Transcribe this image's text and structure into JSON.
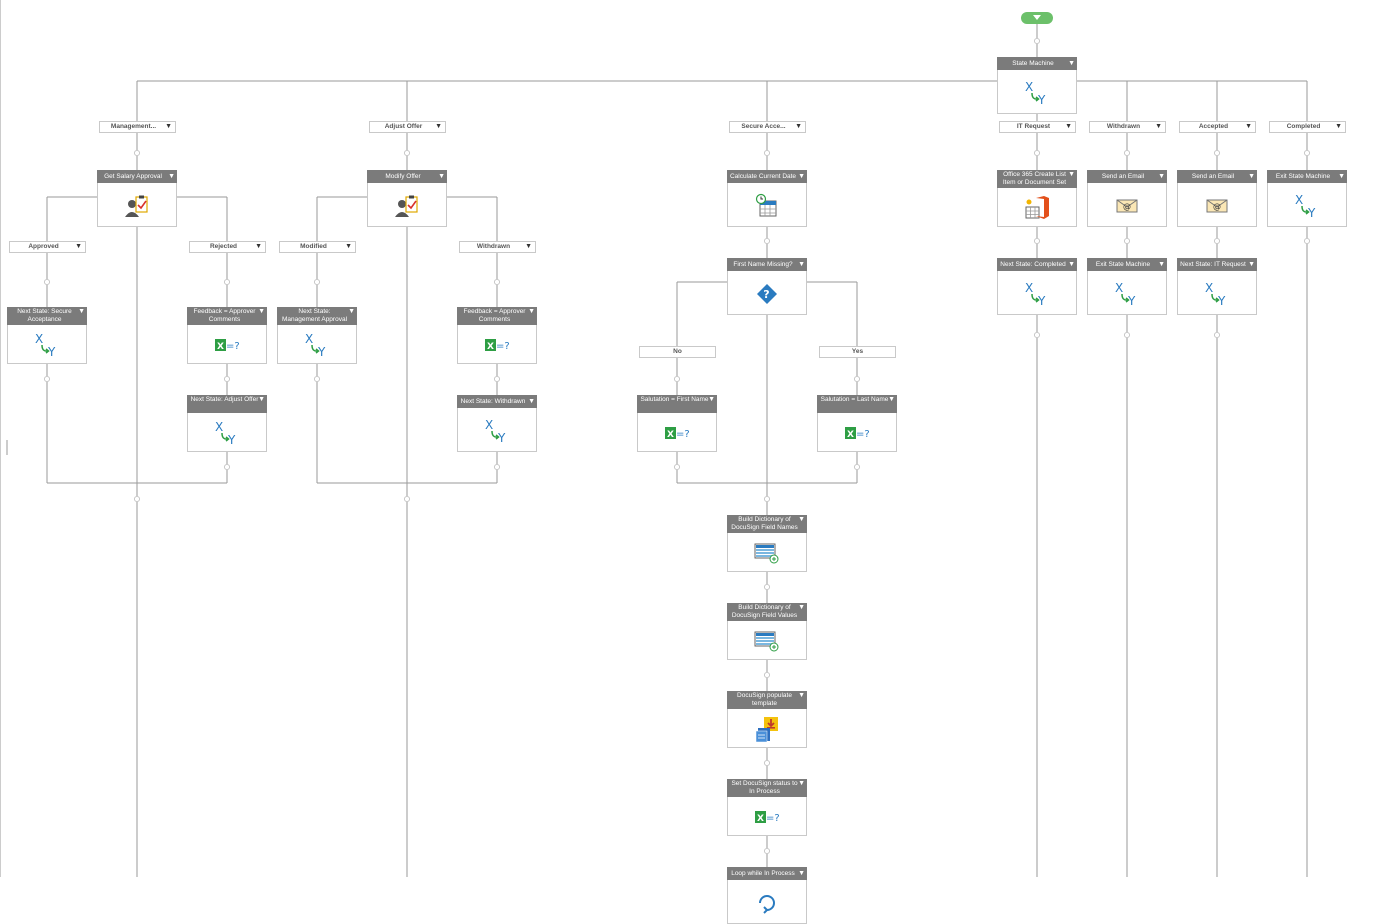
{
  "nodes": [
    {
      "id": "state-machine",
      "label": "State Machine",
      "icon": "xy-icon"
    },
    {
      "id": "get-salary-approval",
      "label": "Get Salary Approval",
      "icon": "approval-icon"
    },
    {
      "id": "modify-offer",
      "label": "Modify Offer",
      "icon": "approval-icon"
    },
    {
      "id": "calculate-current-date",
      "label": "Calculate Current Date",
      "icon": "calendar-icon"
    },
    {
      "id": "office365-create-list-item",
      "label": "Office 365 Create List Item or Document Set",
      "icon": "office-icon"
    },
    {
      "id": "send-email-withdrawn",
      "label": "Send an Email",
      "icon": "email-icon"
    },
    {
      "id": "send-email-accepted",
      "label": "Send an Email",
      "icon": "email-icon"
    },
    {
      "id": "exit-state-machine-completed",
      "label": "Exit State Machine",
      "icon": "xy-icon"
    },
    {
      "id": "first-name-missing",
      "label": "First Name Missing?",
      "icon": "decision-icon"
    },
    {
      "id": "next-state-completed",
      "label": "Next State: Completed",
      "icon": "xy-icon"
    },
    {
      "id": "exit-state-machine-withdrawn",
      "label": "Exit State Machine",
      "icon": "xy-icon"
    },
    {
      "id": "next-state-it-request",
      "label": "Next State: IT Request",
      "icon": "xy-icon"
    },
    {
      "id": "next-state-secure-acceptance",
      "label": "Next State: Secure Acceptance",
      "icon": "xy-icon"
    },
    {
      "id": "feedback-approver-comments-1",
      "label": "Feedback = Approver Comments",
      "icon": "variable-icon"
    },
    {
      "id": "next-state-management-approval",
      "label": "Next State: Management Approval",
      "icon": "xy-icon"
    },
    {
      "id": "feedback-approver-comments-2",
      "label": "Feedback = Approver Comments",
      "icon": "variable-icon"
    },
    {
      "id": "next-state-adjust-offer",
      "label": "Next State: Adjust Offer",
      "icon": "xy-icon"
    },
    {
      "id": "next-state-withdrawn",
      "label": "Next State: Withdrawn",
      "icon": "xy-icon"
    },
    {
      "id": "salutation-first-name",
      "label": "Salutation = First Name",
      "icon": "variable-icon"
    },
    {
      "id": "salutation-last-name",
      "label": "Salutation = Last Name",
      "icon": "variable-icon"
    },
    {
      "id": "build-dict-field-names",
      "label": "Build Dictionary of DocuSign Field Names",
      "icon": "dictionary-icon"
    },
    {
      "id": "build-dict-field-values",
      "label": "Build Dictionary of DocuSign Field Values",
      "icon": "dictionary-icon"
    },
    {
      "id": "docusign-populate-template",
      "label": "DocuSign populate template",
      "icon": "docusign-icon"
    },
    {
      "id": "set-docusign-status",
      "label": "Set DocuSign status to In Process",
      "icon": "variable-icon"
    },
    {
      "id": "loop-while-in-process",
      "label": "Loop while In Process",
      "icon": "loop-icon"
    }
  ],
  "branches": [
    {
      "id": "management",
      "label": "Management..."
    },
    {
      "id": "adjust-offer",
      "label": "Adjust Offer"
    },
    {
      "id": "secure-acceptance",
      "label": "Secure Acce..."
    },
    {
      "id": "it-request",
      "label": "IT Request"
    },
    {
      "id": "withdrawn",
      "label": "Withdrawn"
    },
    {
      "id": "accepted",
      "label": "Accepted"
    },
    {
      "id": "completed",
      "label": "Completed"
    },
    {
      "id": "approved",
      "label": "Approved"
    },
    {
      "id": "rejected",
      "label": "Rejected"
    },
    {
      "id": "modified",
      "label": "Modified"
    },
    {
      "id": "withdrawn-2",
      "label": "Withdrawn"
    },
    {
      "id": "no",
      "label": "No"
    },
    {
      "id": "yes",
      "label": "Yes"
    }
  ],
  "colors": {
    "header": "#7b7b7b",
    "wire": "#9a9a9a",
    "start": "#6cc06a",
    "accent": "#2a7bc0",
    "excel": "#2e9e44"
  }
}
